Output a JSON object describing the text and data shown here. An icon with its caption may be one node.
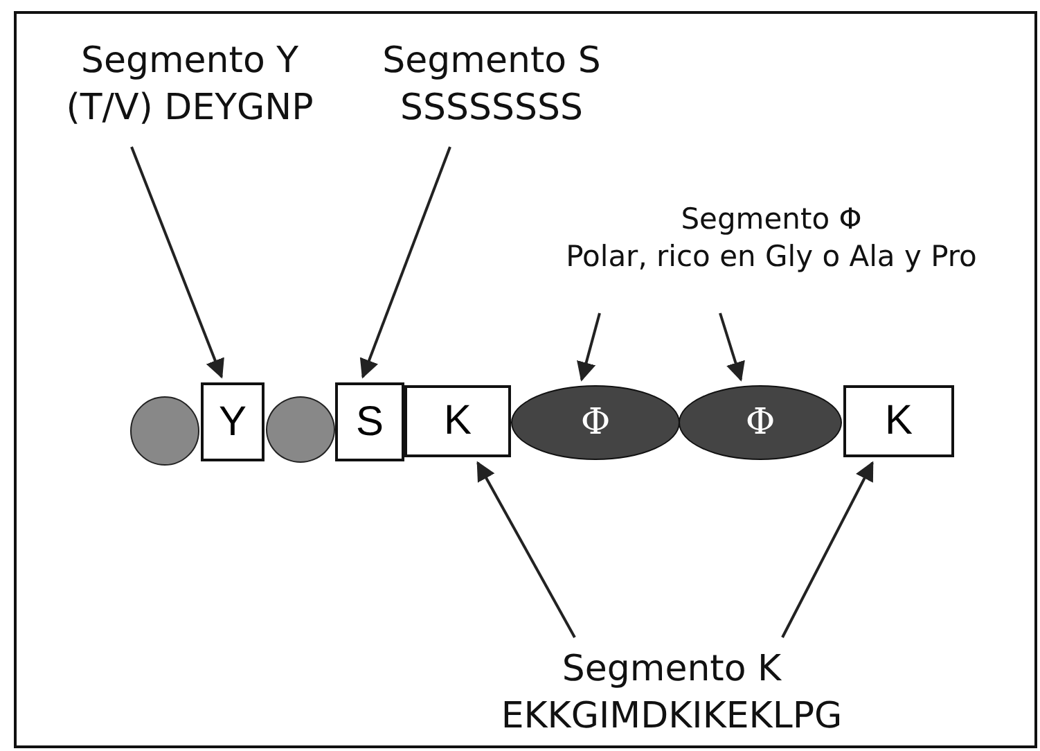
{
  "diagram": {
    "nodes": [
      {
        "text": [
          "Segmento Y",
          "(T/V) DEYGNP"
        ]
      },
      {
        "text": [
          "Segmento S",
          "SSSSSSSS"
        ]
      },
      {
        "text": [
          "Segmento Φ",
          "Polar, rico en Gly o Ala y Pro"
        ]
      },
      {
        "text": [],
        "shape": "circle"
      },
      {
        "text": [
          "Y"
        ]
      },
      {
        "text": [],
        "shape": "circle"
      },
      {
        "text": [
          "S"
        ]
      },
      {
        "text": [
          "K"
        ]
      },
      {
        "text": [
          "Φ"
        ]
      },
      {
        "text": [
          "Φ"
        ]
      },
      {
        "text": [
          "K"
        ]
      },
      {
        "text": [
          "Segmento K",
          "EKKGIMDKIKEKLPG"
        ]
      }
    ],
    "edges": [
      {
        "from": 0,
        "to": 4,
        "arrow": "to"
      },
      {
        "from": 1,
        "to": 6,
        "arrow": "to"
      },
      {
        "from": 2,
        "to": 8,
        "arrow": "to"
      },
      {
        "from": 2,
        "to": 9,
        "arrow": "to"
      },
      {
        "from": 11,
        "to": 7,
        "arrow": "to"
      },
      {
        "from": 11,
        "to": 10,
        "arrow": "to"
      }
    ]
  }
}
